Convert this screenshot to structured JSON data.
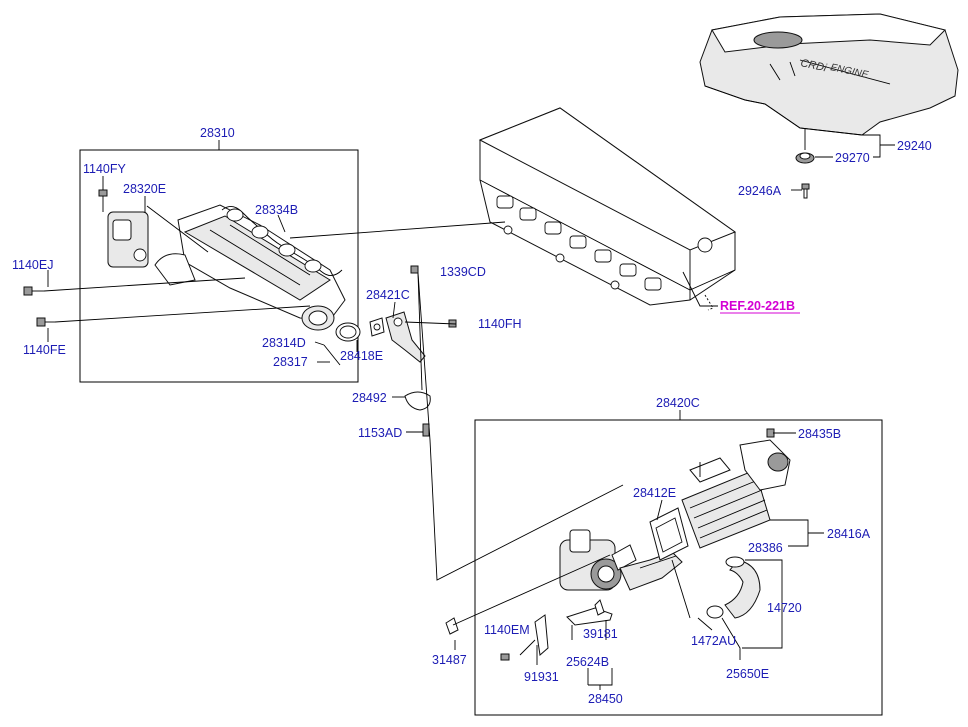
{
  "parts": {
    "p28310": "28310",
    "p1140FY": "1140FY",
    "p28320E": "28320E",
    "p28334B": "28334B",
    "p1140EJ": "1140EJ",
    "p1140FE": "1140FE",
    "p1339CD": "1339CD",
    "p28421C": "28421C",
    "p1140FH": "1140FH",
    "p28314D": "28314D",
    "p28418E": "28418E",
    "p28317": "28317",
    "p28492": "28492",
    "p1153AD": "1153AD",
    "p28420C": "28420C",
    "p28435B": "28435B",
    "p28412E": "28412E",
    "p28416A": "28416A",
    "p28386": "28386",
    "p14720": "14720",
    "p1472AU": "1472AU",
    "p25650E": "25650E",
    "p1140EM": "1140EM",
    "p39181": "39181",
    "p25624B": "25624B",
    "p91931": "91931",
    "p28450": "28450",
    "p31487": "31487",
    "p29240": "29240",
    "p29270": "29270",
    "p29246A": "29246A"
  },
  "reference": "REF.20-221B",
  "colors": {
    "label": "#1c1cb4",
    "reference": "#d400d4",
    "line": "#000000"
  }
}
